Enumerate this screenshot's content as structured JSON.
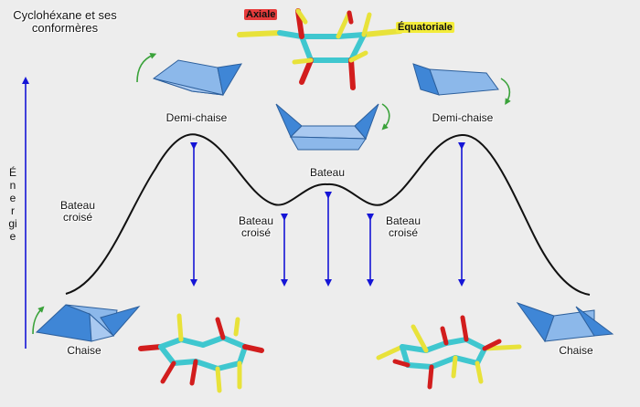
{
  "title": "Cyclohéxane et ses conformères",
  "energy_axis_label": "Énergie",
  "labels": {
    "axiale": "Axiale",
    "equatoriale": "Équatoriale",
    "demi_chaise_left": "Demi-chaise",
    "demi_chaise_right": "Demi-chaise",
    "bateau": "Bateau",
    "bateau_croise_far_left": "Bateau croisé",
    "bateau_croise_left": "Bateau croisé",
    "bateau_croise_right": "Bateau croisé",
    "chaise_left": "Chaise",
    "chaise_right": "Chaise"
  },
  "colors": {
    "curve": "#111111",
    "arrow": "#1515d6",
    "ring_face": "#7fb0e8",
    "ring_dark": "#3f86d6",
    "carbon": "#3fc7cf",
    "hydrogen": "#e8e23a",
    "oxygen": "#d21d1d",
    "rotation_arrow": "#3aa23a"
  }
}
